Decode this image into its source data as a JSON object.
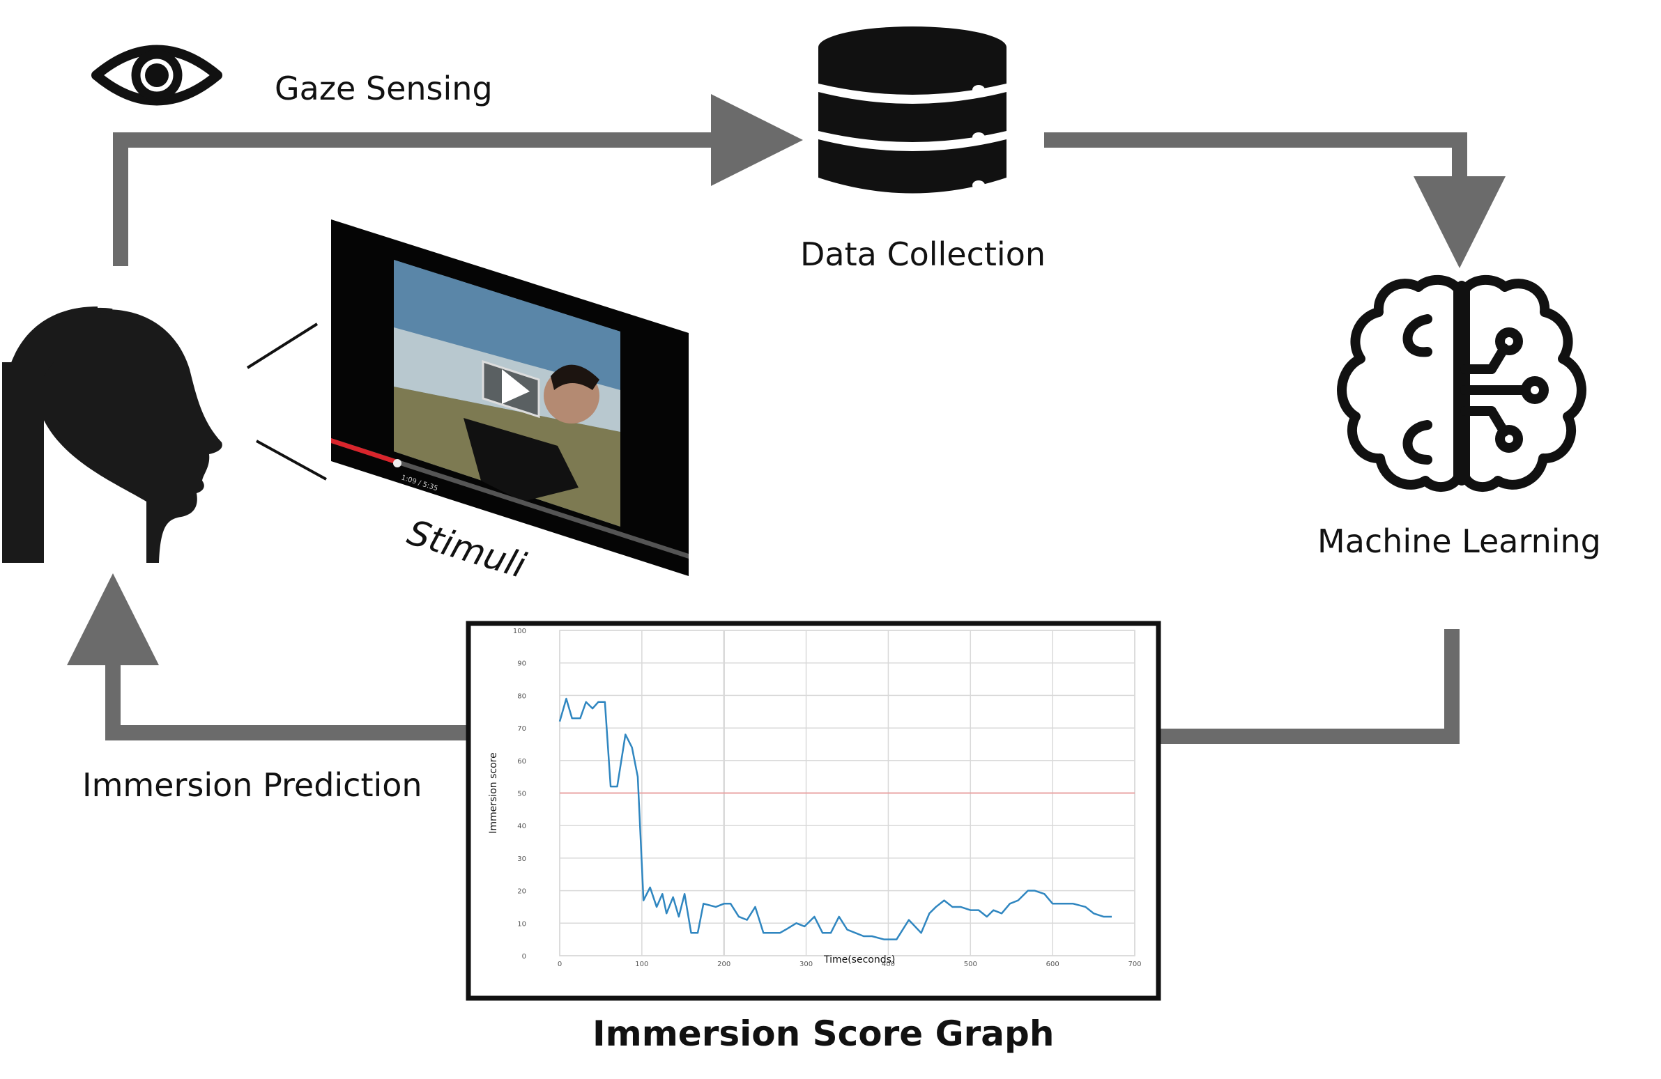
{
  "labels": {
    "gaze_sensing": "Gaze Sensing",
    "data_collection": "Data Collection",
    "machine_learning": "Machine Learning",
    "stimuli": "Stimuli",
    "immersion_prediction": "Immersion Prediction",
    "graph_caption": "Immersion Score Graph"
  },
  "video_player": {
    "time_display": "1:09 / 5:35"
  },
  "icons": {
    "gaze": "eye-icon",
    "data": "database-icon",
    "ml": "brain-circuit-icon",
    "person": "head-profile-icon",
    "stimulus": "video-player-icon"
  },
  "colors": {
    "arrow": "#6b6b6b",
    "line": "#2f86c0",
    "threshold": "#e8a3a3",
    "grid": "#d9d9d9",
    "icon": "#111111"
  },
  "chart_data": {
    "type": "line",
    "xlabel": "Time(seconds)",
    "ylabel": "Immersion score",
    "xlim": [
      0,
      700
    ],
    "ylim": [
      0,
      100
    ],
    "x_ticks": [
      0,
      100,
      200,
      300,
      400,
      500,
      600,
      700
    ],
    "y_ticks": [
      0,
      10,
      20,
      30,
      40,
      50,
      60,
      70,
      80,
      90,
      100
    ],
    "threshold": 50,
    "grid": true,
    "series": [
      {
        "x": [
          0,
          8,
          15,
          25,
          32,
          40,
          47,
          55,
          62,
          70,
          80,
          88,
          95,
          102,
          110,
          118,
          125,
          130,
          138,
          145,
          152,
          160,
          168,
          175,
          190,
          200,
          208,
          218,
          228,
          238,
          248,
          258,
          268,
          275,
          288,
          298,
          310,
          320,
          330,
          340,
          350,
          360,
          370,
          380,
          395,
          410,
          425,
          440,
          450,
          458,
          468,
          478,
          488,
          500,
          510,
          520,
          528,
          538,
          548,
          558,
          570,
          578,
          590,
          600,
          612,
          625,
          640,
          650,
          662,
          672
        ],
        "y": [
          72,
          79,
          73,
          73,
          78,
          76,
          78,
          78,
          52,
          52,
          68,
          64,
          55,
          17,
          21,
          15,
          19,
          13,
          18,
          12,
          19,
          7,
          7,
          16,
          15,
          16,
          16,
          12,
          11,
          15,
          7,
          7,
          7,
          8,
          10,
          9,
          12,
          7,
          7,
          12,
          8,
          7,
          6,
          6,
          5,
          5,
          11,
          7,
          13,
          15,
          17,
          15,
          15,
          14,
          14,
          12,
          14,
          13,
          16,
          17,
          20,
          20,
          19,
          16,
          16,
          16,
          15,
          13,
          12,
          12
        ]
      }
    ]
  }
}
